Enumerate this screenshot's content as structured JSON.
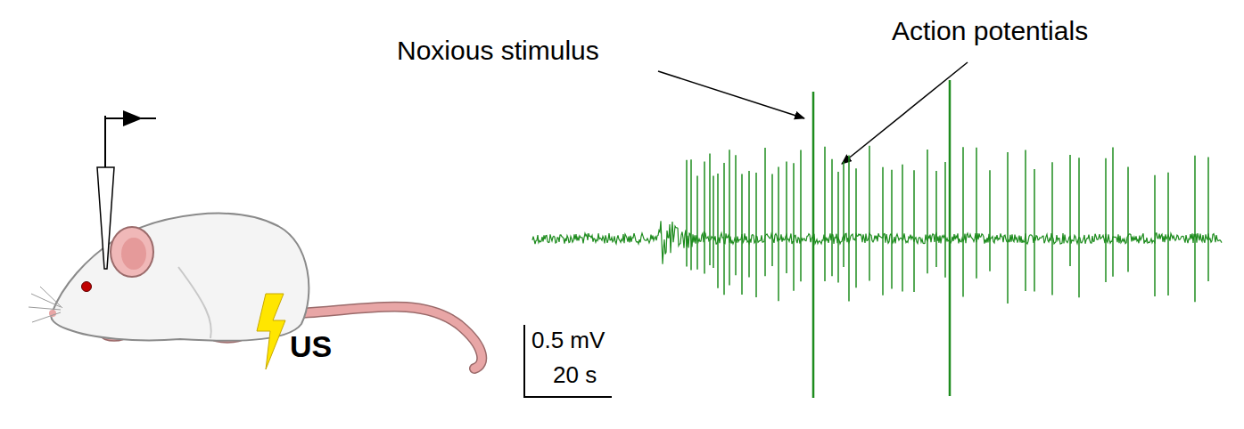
{
  "diagram": {
    "labels": [
      "Noxious stimulus",
      "Action potentials",
      "US",
      "0.5 mV",
      "20 s"
    ]
  }
}
